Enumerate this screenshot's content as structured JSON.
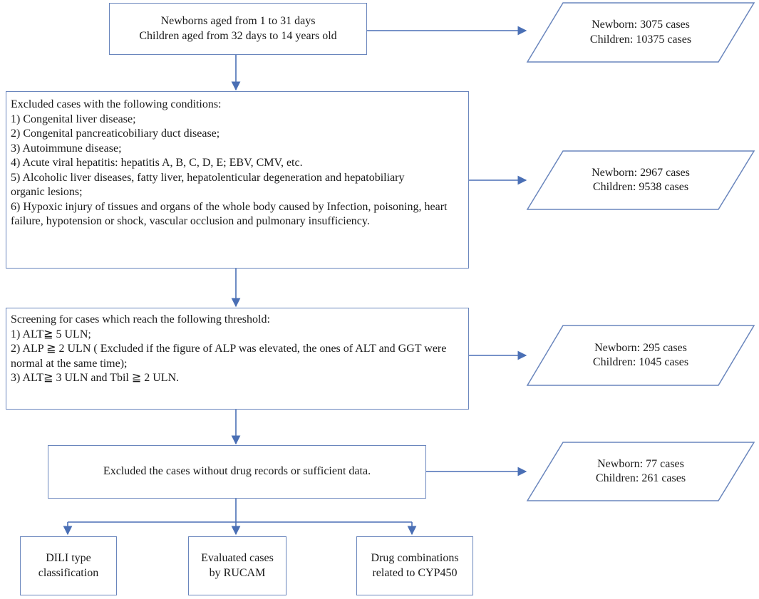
{
  "colors": {
    "border": "#6a86bd",
    "arrow": "#4a6fb5"
  },
  "start_box": {
    "lines": [
      "Newborns aged from 1 to 31 days",
      "Children aged from 32 days to 14 years old"
    ]
  },
  "exclusion_box": {
    "heading": "Excluded cases with the following conditions:",
    "items": [
      "1)  Congenital liver disease;",
      "2)  Congenital pancreaticobiliary duct disease;",
      "3)  Autoimmune disease;",
      "4)  Acute viral hepatitis: hepatitis A, B, C, D, E; EBV,  CMV,  etc.",
      "5)  Alcoholic liver diseases, fatty liver, hepatolenticular degeneration and hepatobiliary organic lesions;",
      "6)   Hypoxic injury of tissues and organs of the whole body caused by Infection, poisoning, heart failure, hypotension or shock, vascular occlusion and pulmonary insufficiency."
    ]
  },
  "screening_box": {
    "heading": "Screening for cases which reach the following threshold:",
    "items": [
      "1)  ALT≧ 5 ULN;",
      "2)  ALP ≧ 2 ULN ( Excluded if the figure of ALP was elevated, the ones of ALT and GGT were normal at the same time);",
      "3)  ALT≧  3 ULN and Tbil ≧ 2 ULN."
    ]
  },
  "drug_box": {
    "text": "Excluded the cases without drug records or sufficient data."
  },
  "outputs": [
    {
      "newborn": "Newborn: 3075 cases",
      "children": "Children: 10375 cases"
    },
    {
      "newborn": "Newborn: 2967 cases",
      "children": "Children: 9538 cases"
    },
    {
      "newborn": "Newborn: 295 cases",
      "children": "Children: 1045 cases"
    },
    {
      "newborn": "Newborn: 77 cases",
      "children": "Children: 261 cases"
    }
  ],
  "result_boxes": [
    {
      "lines": [
        "DILI type",
        "classification"
      ]
    },
    {
      "lines": [
        "Evaluated cases",
        "by RUCAM"
      ]
    },
    {
      "lines": [
        "Drug combinations",
        "related to CYP450"
      ]
    }
  ]
}
